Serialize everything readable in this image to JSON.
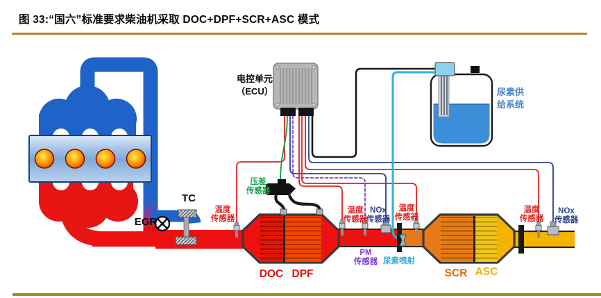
{
  "title": "图 33:“国六”标准要求柴油机采取 DOC+DPF+SCR+ASC 模式",
  "diagram": {
    "ecu": {
      "line1": "电控单元",
      "line2": "（ECU）"
    },
    "turbocharger": "TC",
    "egr_valve": "EGR",
    "temp_sensor": {
      "line1": "温度",
      "line2": "传感器"
    },
    "pressure_sensor": {
      "line1": "压差",
      "line2": "传感器"
    },
    "nox_sensor": {
      "line1": "NOx",
      "line2": "传感器"
    },
    "pm_sensor": {
      "line1": "PM",
      "line2": "传感器"
    },
    "urea_injection": "尿素喷射",
    "urea_supply": {
      "line1": "尿素供",
      "line2": "给系统"
    },
    "doc": "DOC",
    "dpf": "DPF",
    "scr": "SCR",
    "asc": "ASC"
  },
  "colors": {
    "rule_gold": "#b5852c",
    "temp_label": "#e02020",
    "pressure_label": "#17a04a",
    "nox_label": "#2e3f92",
    "pm_label": "#7a3fd0",
    "urea_label": "#35aede",
    "tank_label": "#4a86c8",
    "doc_label": "#e01212",
    "scr_label": "#ee6610",
    "asc_label": "#eeb010",
    "pipe_hot": "#ee1111",
    "pipe_mid": "#e87816",
    "pipe_cool": "#f5b400",
    "intake_blue": "#1f63c8"
  }
}
